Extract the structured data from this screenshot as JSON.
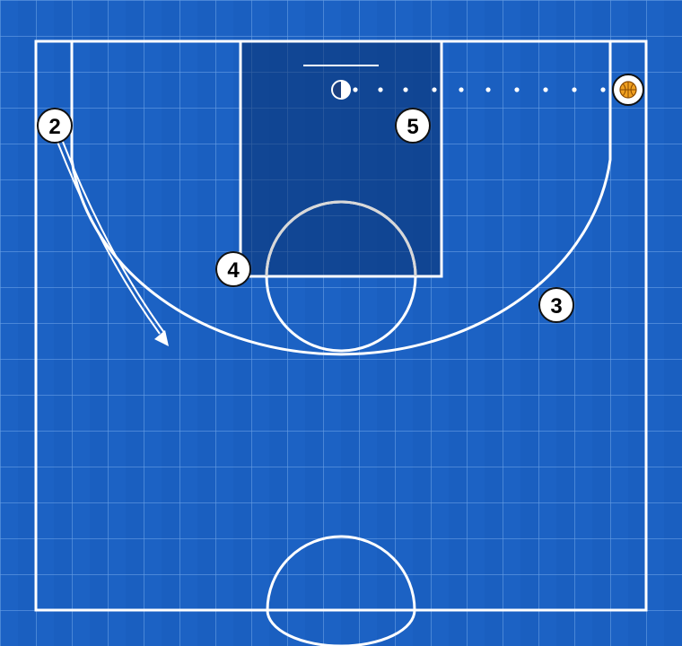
{
  "colors": {
    "court_blue": "#1a5fc0",
    "grid_line": "#6fa2e6",
    "key_paint": "#0f3f86",
    "court_lines": "#ffffff",
    "player_fill": "#ffffff",
    "ball": "#f0a020"
  },
  "players": [
    {
      "id": "player-2",
      "label": "2"
    },
    {
      "id": "player-3",
      "label": "3"
    },
    {
      "id": "player-4",
      "label": "4"
    },
    {
      "id": "player-5",
      "label": "5"
    }
  ],
  "icons": {
    "ball": "basketball-icon",
    "basket": "basket-icon"
  }
}
